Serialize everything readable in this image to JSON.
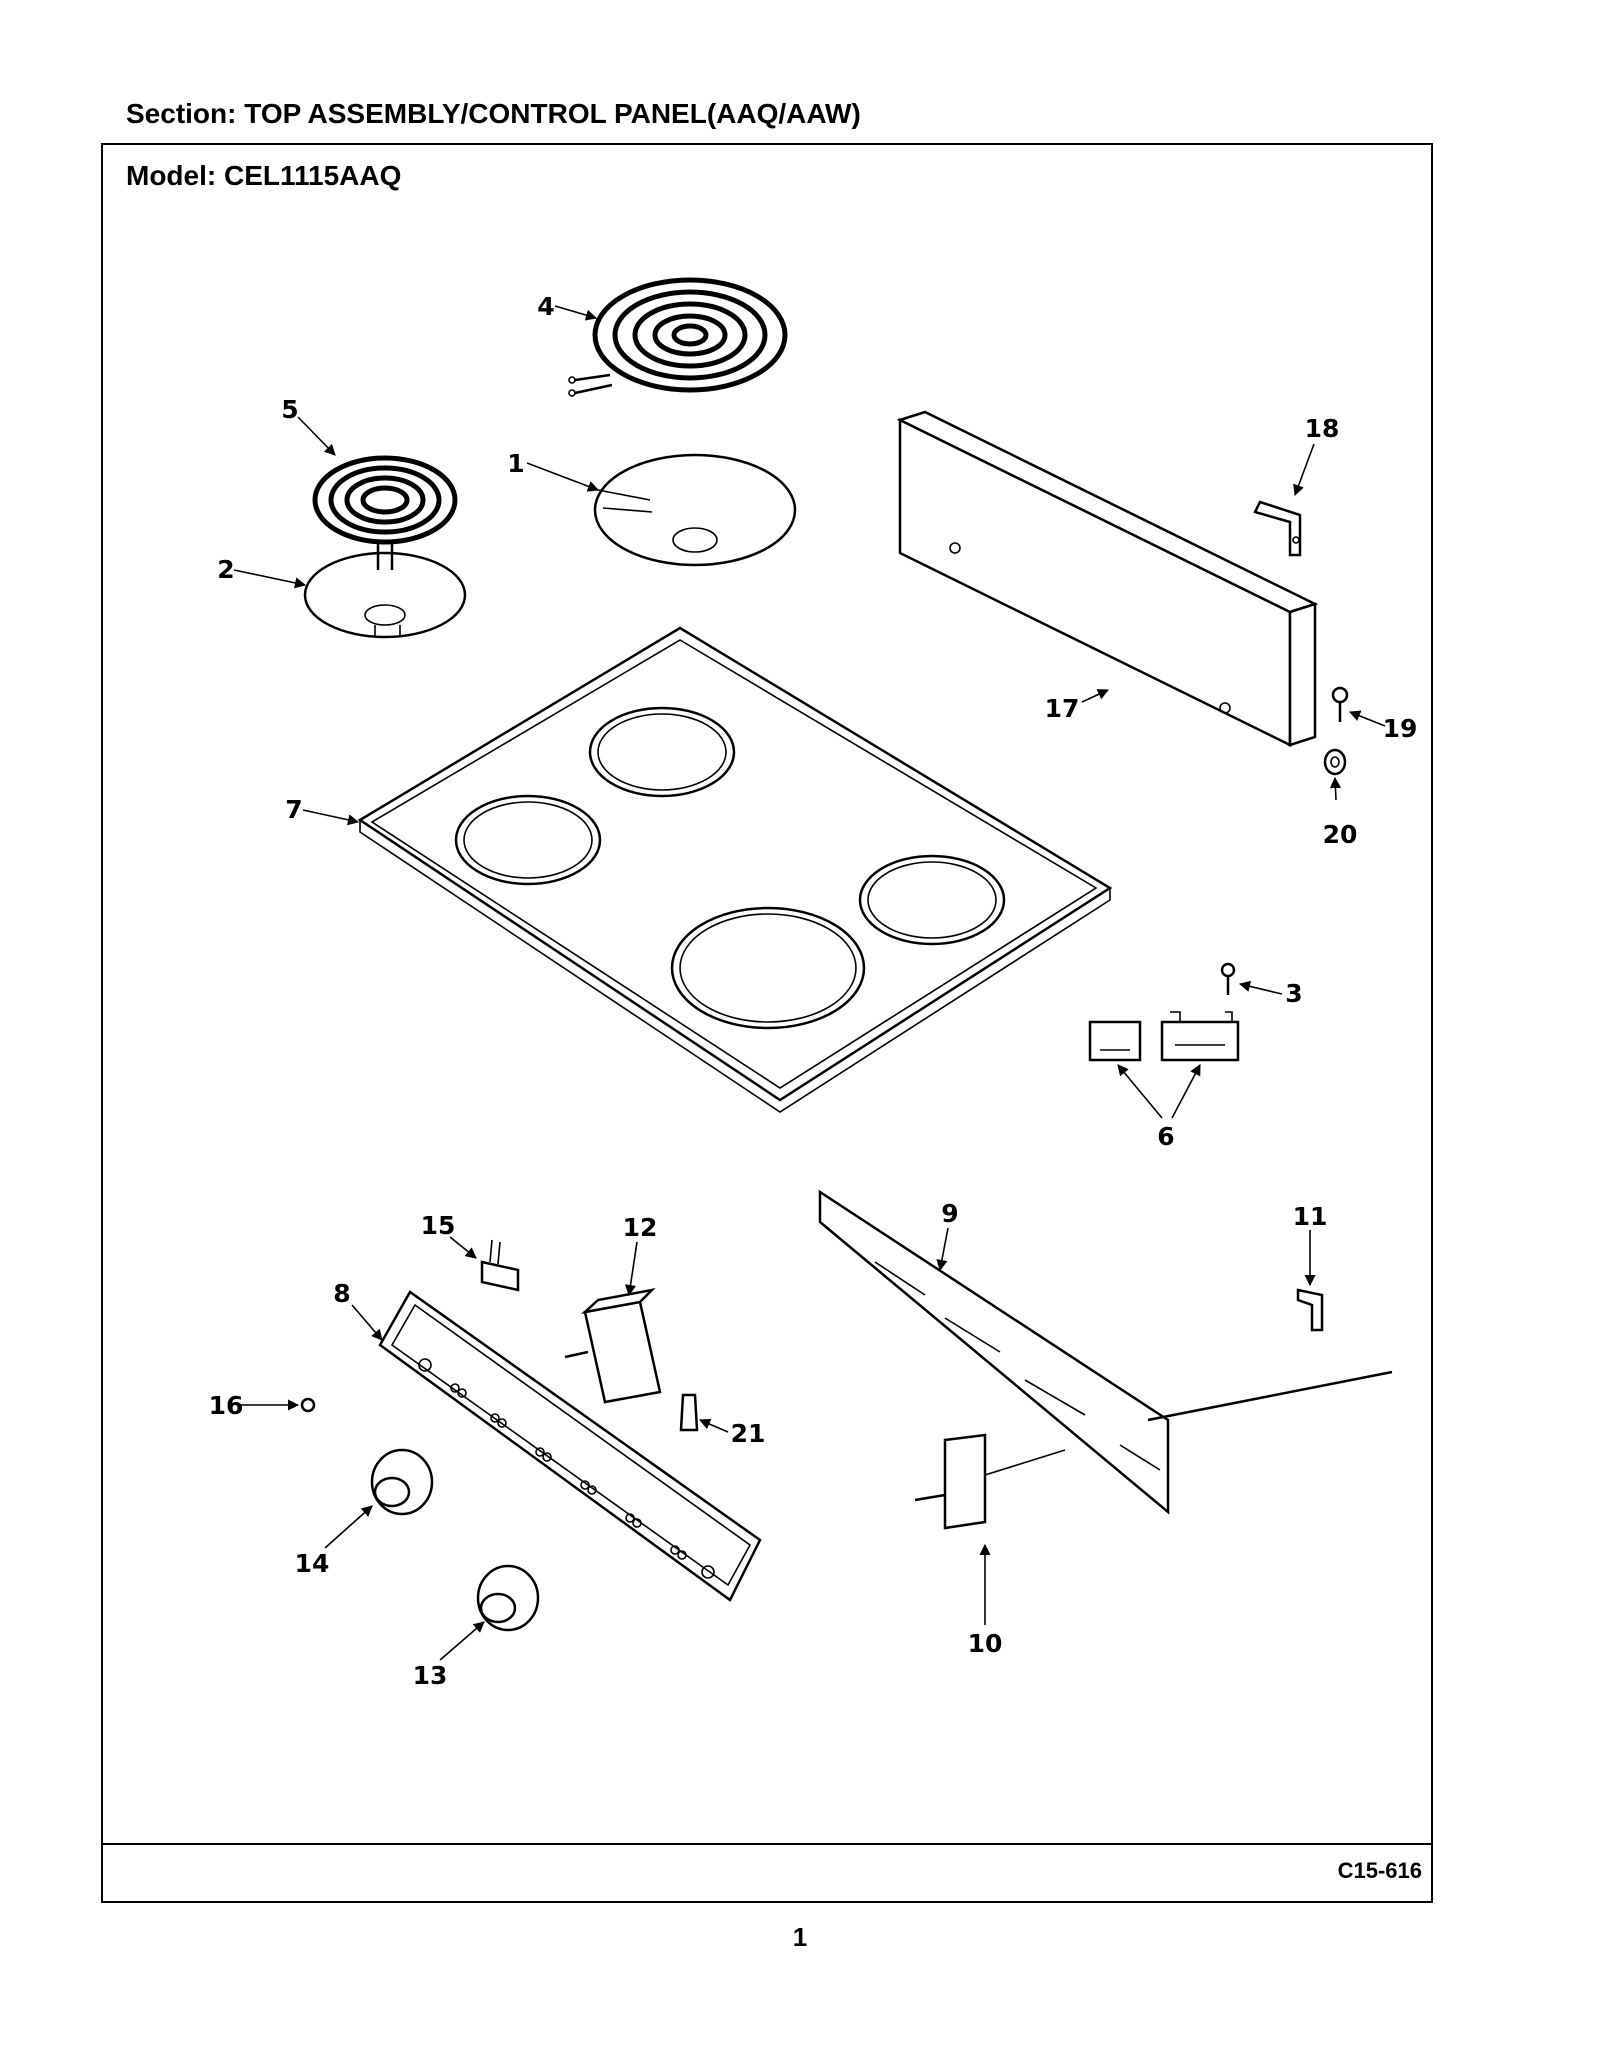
{
  "header": {
    "section": "Section:  TOP ASSEMBLY/CONTROL PANEL(AAQ/AAW)",
    "model": "Model:  CEL1115AAQ"
  },
  "footer": {
    "diagram_code": "C15-616",
    "page_number": "1"
  },
  "callouts": [
    "1",
    "2",
    "3",
    "4",
    "5",
    "6",
    "7",
    "8",
    "9",
    "10",
    "11",
    "12",
    "13",
    "14",
    "15",
    "16",
    "17",
    "18",
    "19",
    "20",
    "21"
  ]
}
